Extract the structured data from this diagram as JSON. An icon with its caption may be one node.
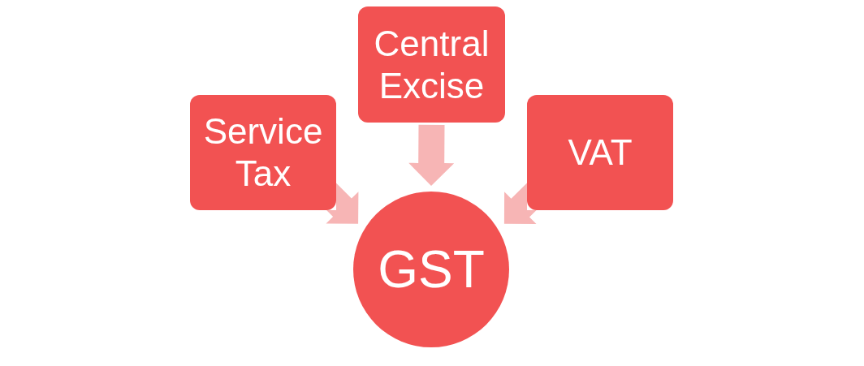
{
  "diagram": {
    "nodes": [
      {
        "text": [
          "Service Tax"
        ]
      },
      {
        "text": [
          "Central Excise"
        ]
      },
      {
        "text": [
          "VAT"
        ]
      },
      {
        "text": [
          "GST"
        ]
      }
    ],
    "edges": [
      {
        "from": 0,
        "to": 3,
        "arrow": "to"
      },
      {
        "from": 1,
        "to": 3,
        "arrow": "to"
      },
      {
        "from": 2,
        "to": 3,
        "arrow": "to"
      }
    ]
  }
}
